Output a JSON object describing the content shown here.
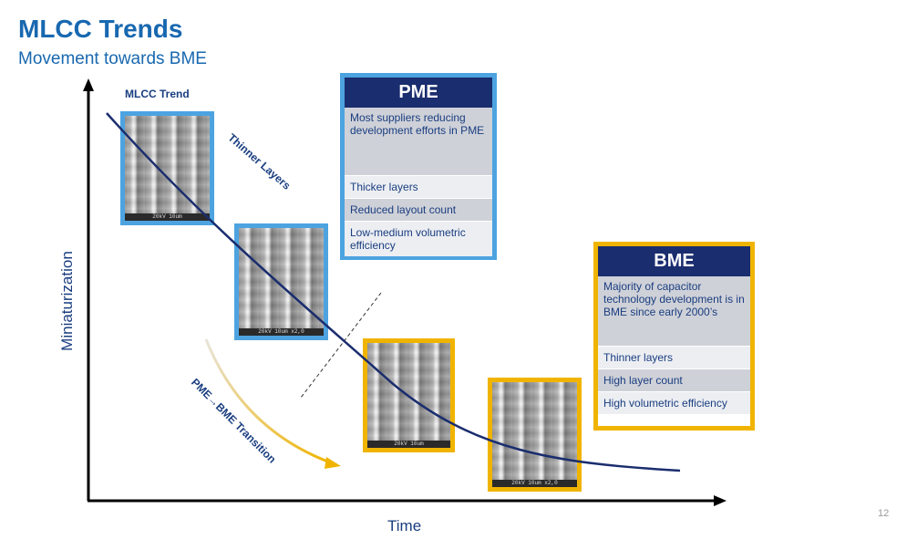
{
  "slide": {
    "title": "MLCC Trends",
    "subtitle": "Movement towards BME",
    "page_number": "12"
  },
  "axes": {
    "y_label": "Miniaturization",
    "x_label": "Time"
  },
  "labels": {
    "trend": "MLCC Trend",
    "thinner_layers": "Thinner Layers",
    "transition": "PME→BME Transition"
  },
  "micrographs": [
    {
      "frame": "blue",
      "scale_text": "20kV   10um"
    },
    {
      "frame": "blue",
      "scale_text": "20kV   10um   x2,0"
    },
    {
      "frame": "gold",
      "scale_text": "20kV   10um"
    },
    {
      "frame": "gold",
      "scale_text": "20kV   10um   x2,0"
    }
  ],
  "pme": {
    "header": "PME",
    "description": "Most suppliers reducing development efforts in PME",
    "items": [
      "Thicker layers",
      "Reduced layout count",
      "Low-medium volumetric efficiency"
    ]
  },
  "bme": {
    "header": "BME",
    "description": "Majority of capacitor technology development is in BME since early 2000’s",
    "items": [
      "Thinner layers",
      "High layer count",
      "High volumetric efficiency"
    ]
  },
  "colors": {
    "title_blue": "#1868b0",
    "navy": "#1a2d6e",
    "pme_frame": "#4da3e0",
    "bme_frame": "#f0b400",
    "transition_arrow": "#f0b400"
  }
}
